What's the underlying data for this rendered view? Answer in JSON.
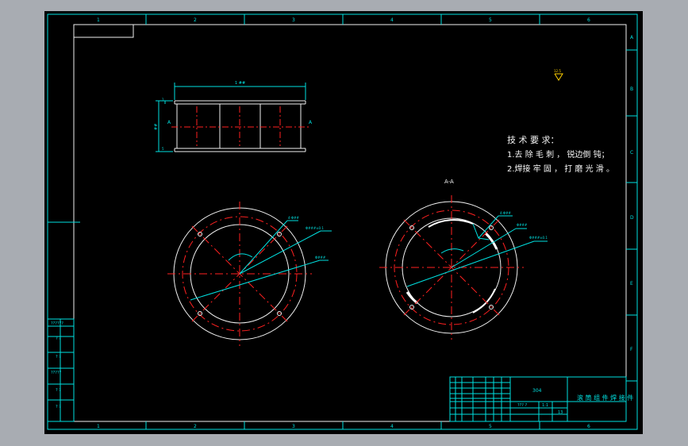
{
  "frame": {
    "column_labels": [
      "1",
      "2",
      "3",
      "4",
      "5",
      "6"
    ],
    "row_labels": [
      "A",
      "B",
      "C",
      "D",
      "E",
      "F"
    ]
  },
  "front_view": {
    "width_dim": "1 ##",
    "height_dim": "##",
    "small_dim_top": "1",
    "small_dim_bottom": "5",
    "section_mark_left": "A",
    "section_mark_right": "A"
  },
  "surface_mark": "12.5",
  "tech_requirements": {
    "title": "技 术 要 求：",
    "line1": "1.去 除 毛 刺 ， 锐边倒 钝；",
    "line2": "2.焊接 牢 固 ， 打 磨 光 滑 。"
  },
  "section_label": "A-A",
  "left_circle": {
    "dim_holes": "4-Φ##",
    "dim_pcd": "Φ###±0.1",
    "dim_outer": "Φ###"
  },
  "right_circle": {
    "dim_slot": "4-Φ##",
    "dim_inner": "Φ###",
    "dim_pcd": "Φ###±0.1"
  },
  "left_table": {
    "rows": [
      "??????",
      "? ?",
      "? ?",
      "?????",
      "? ?",
      "? ?"
    ]
  },
  "title_block": {
    "material": "304",
    "part_name": "滚 筒 组 件 焊 接 件",
    "scale": "1:1",
    "sheet": "13",
    "code": "??? ?"
  }
}
